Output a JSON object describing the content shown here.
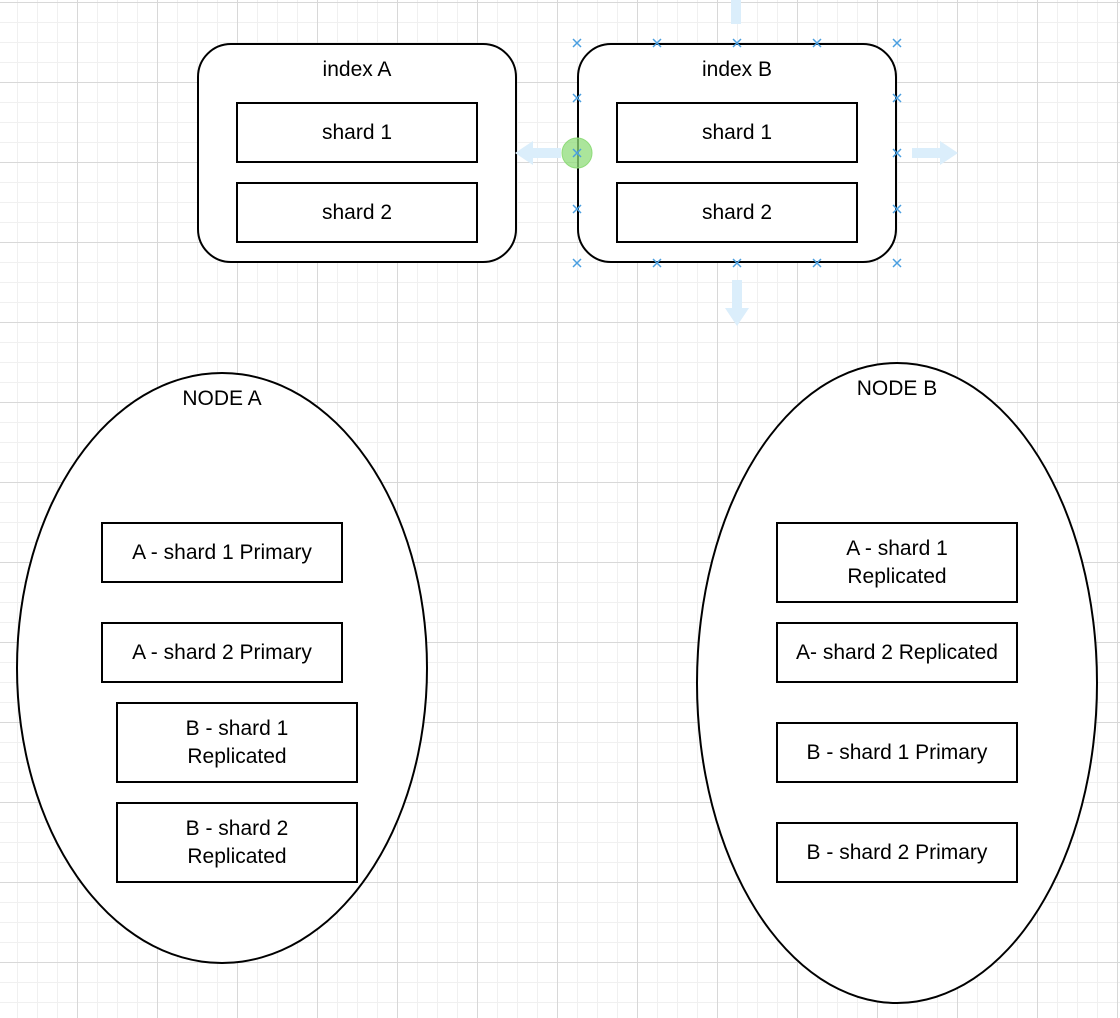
{
  "indexes": [
    {
      "id": "index-a",
      "title": "index A",
      "shards": [
        "shard 1",
        "shard 2"
      ]
    },
    {
      "id": "index-b",
      "title": "index B",
      "shards": [
        "shard 1",
        "shard 2"
      ]
    }
  ],
  "nodes": [
    {
      "id": "node-a",
      "title": "NODE A",
      "shards": [
        "A - shard 1 Primary",
        "A - shard 2 Primary",
        "B - shard 1\nReplicated",
        "B - shard 2\nReplicated"
      ]
    },
    {
      "id": "node-b",
      "title": "NODE B",
      "shards": [
        "A - shard 1\nReplicated",
        "A- shard 2 Replicated",
        "B - shard 1 Primary",
        "B - shard 2 Primary"
      ]
    }
  ],
  "colors": {
    "selection_handle": "#4a9fe0",
    "connection_arrow": "#dbeefb",
    "hover_point": "#8fdc7a"
  }
}
